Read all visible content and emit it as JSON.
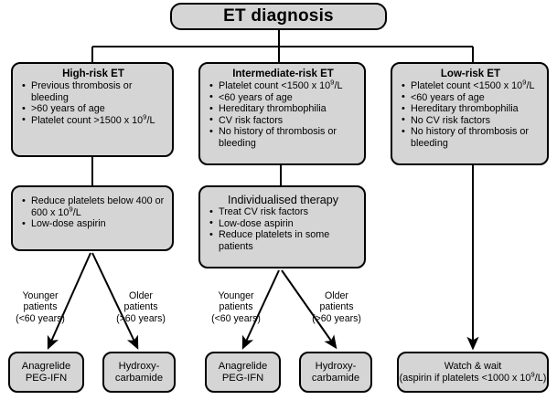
{
  "diagram": {
    "title": "ET diagnosis",
    "columns": [
      {
        "risk_title": "High-risk ET",
        "criteria": [
          "Previous thrombosis or bleeding",
          ">60 years of age",
          "Platelet count >1500 x 10⁹/L"
        ],
        "therapy_title": "",
        "therapy": [
          "Reduce platelets below 400 or 600 x 10⁹/L",
          "Low-dose aspirin"
        ],
        "branches": [
          {
            "label": "Younger\npatients\n(<60 years)",
            "outcome": "Anagrelide\nPEG-IFN"
          },
          {
            "label": "Older\npatients\n(>60 years)",
            "outcome": "Hydroxy-\ncarbamide"
          }
        ]
      },
      {
        "risk_title": "Intermediate-risk ET",
        "criteria": [
          "Platelet count <1500 x 10⁹/L",
          "<60 years of age",
          "Hereditary thrombophilia",
          "CV risk factors",
          "No history of thrombosis or bleeding"
        ],
        "therapy_title": "Individualised therapy",
        "therapy": [
          "Treat CV risk factors",
          "Low-dose aspirin",
          "Reduce platelets in some patients"
        ],
        "branches": [
          {
            "label": "Younger\npatients\n(<60 years)",
            "outcome": "Anagrelide\nPEG-IFN"
          },
          {
            "label": "Older\npatients\n(>60 years)",
            "outcome": "Hydroxy-\ncarbamide"
          }
        ]
      },
      {
        "risk_title": "Low-risk ET",
        "criteria": [
          "Platelet count <1500 x 10⁹/L",
          "<60 years of age",
          "Hereditary thrombophilia",
          "No CV risk factors",
          "No history of thrombosis or bleeding"
        ],
        "therapy_title": "",
        "therapy": [],
        "branches": [],
        "outcome": "Watch & wait\n(aspirin if platelets <1000 x 10⁹/L)"
      }
    ],
    "colors": {
      "node_fill": "#d5d5d5",
      "node_border": "#000000",
      "background": "#ffffff",
      "text": "#000000"
    }
  }
}
